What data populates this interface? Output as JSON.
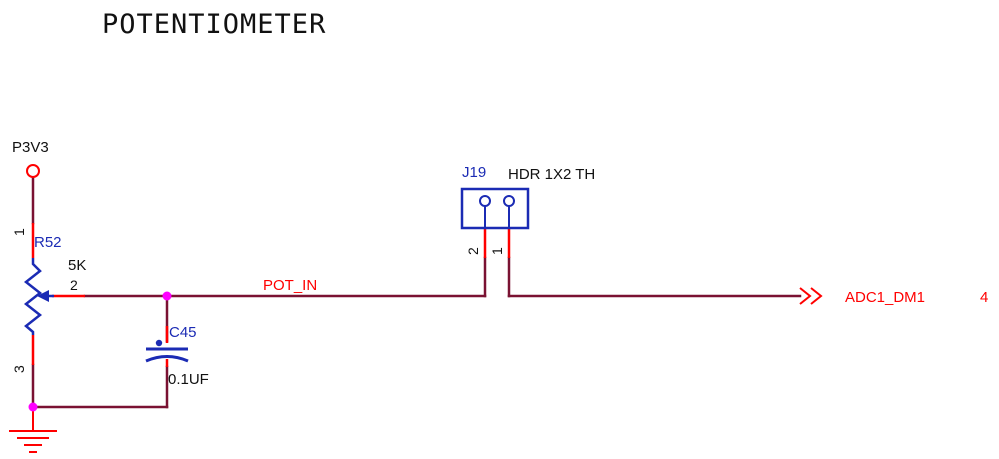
{
  "title": "POTENTIOMETER",
  "power": {
    "name": "P3V3"
  },
  "resistor": {
    "ref": "R52",
    "value": "5K",
    "pin1": "1",
    "pin2": "2",
    "pin3": "3"
  },
  "capacitor": {
    "ref": "C45",
    "value": "0.1UF"
  },
  "net": {
    "name": "POT_IN"
  },
  "header": {
    "ref": "J19",
    "value": "HDR 1X2 TH",
    "pin1": "1",
    "pin2": "2"
  },
  "offpage": {
    "name": "ADC1_DM1",
    "page": "4"
  },
  "colors": {
    "wire": "#7a1232",
    "pin": "#ff0000",
    "component": "#1b2bb4",
    "text": "#111111",
    "junction": "#ff00ff"
  }
}
